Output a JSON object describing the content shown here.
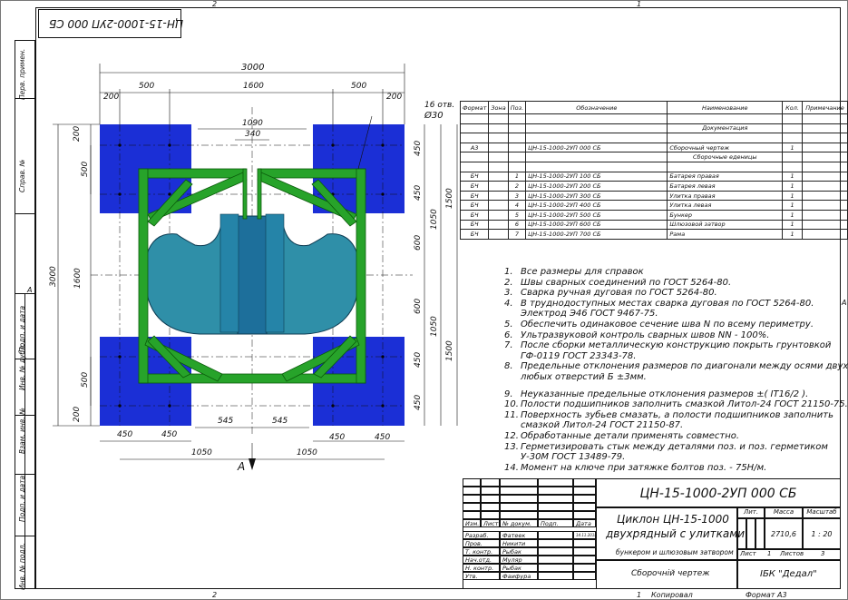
{
  "sheet": {
    "zone_top_left": "2",
    "zone_top_right": "1",
    "zone_bottom_left": "2",
    "zone_bottom_right": "1",
    "zone_side": "A",
    "copied_label": "Копировал",
    "format_label": "Формат А3"
  },
  "designation_mirrored": "ЦН-15-1000-2УП 000 СБ",
  "margin_labels": [
    "Перв. примен.",
    "Справ. №",
    "Подп. и дата",
    "Инв. № дубл.",
    "Взам. инв. №",
    "Подп. и дата",
    "Инв. № подл."
  ],
  "drawing": {
    "dims": {
      "overall_width": "3000",
      "d200_left": "200",
      "d500_left": "500",
      "d1600": "1600",
      "d500_right": "500",
      "d200_right": "200",
      "d1090": "1090",
      "d340": "340",
      "holes": "16 отв.",
      "hole_dia": "Ø30",
      "left_200_top": "200",
      "left_500_top": "500",
      "left_1600": "1600",
      "left_3000": "3000",
      "left_500_bottom": "500",
      "left_200_bottom": "200",
      "right_450_a": "450",
      "right_450_b": "450",
      "right_600_a": "600",
      "right_600_b": "600",
      "right_450_c": "450",
      "right_450_d": "450",
      "right_1050_a": "1050",
      "right_1050_b": "1050",
      "right_1500_a": "1500",
      "right_1500_b": "1500",
      "bot_545_a": "545",
      "bot_545_b": "545",
      "bot_450_a": "450",
      "bot_450_b": "450",
      "bot_450_c": "450",
      "bot_450_d": "450",
      "bot_1050_a": "1050",
      "bot_1050_b": "1050",
      "section": "A"
    },
    "colors": {
      "support_blue": "#1b2fd6",
      "frame_green": "#27a32a",
      "body_teal": "#2f8fa8",
      "column_teal": "#1d6f9b"
    }
  },
  "spec": {
    "headers": [
      "Формат",
      "Зона",
      "Поз.",
      "Обозначение",
      "Наименование",
      "Кол.",
      "Примечание"
    ],
    "section_docs": "Документация",
    "section_units": "Сборочные еденицы",
    "rows": [
      {
        "fmt": "А3",
        "zone": "",
        "pos": "",
        "code": "ЦН-15-1000-2УП 000 СБ",
        "name": "Сборочный чертеж",
        "qty": "1"
      },
      {
        "fmt": "БЧ",
        "zone": "",
        "pos": "1",
        "code": "ЦН-15-1000-2УП 100 СБ",
        "name": "Батарея правая",
        "qty": "1"
      },
      {
        "fmt": "БЧ",
        "zone": "",
        "pos": "2",
        "code": "ЦН-15-1000-2УП 200 СБ",
        "name": "Батарея левая",
        "qty": "1"
      },
      {
        "fmt": "БЧ",
        "zone": "",
        "pos": "3",
        "code": "ЦН-15-1000-2УП 300 СБ",
        "name": "Улитка правая",
        "qty": "1"
      },
      {
        "fmt": "БЧ",
        "zone": "",
        "pos": "4",
        "code": "ЦН-15-1000-2УП 400 СБ",
        "name": "Улитка левая",
        "qty": "1"
      },
      {
        "fmt": "БЧ",
        "zone": "",
        "pos": "5",
        "code": "ЦН-15-1000-2УП 500 СБ",
        "name": "Бункер",
        "qty": "1"
      },
      {
        "fmt": "БЧ",
        "zone": "",
        "pos": "6",
        "code": "ЦН-15-1000-2УП 600 СБ",
        "name": "Шлюзовой затвор",
        "qty": "1"
      },
      {
        "fmt": "БЧ",
        "zone": "",
        "pos": "7",
        "code": "ЦН-15-1000-2УП 700 СБ",
        "name": "Рама",
        "qty": "1"
      }
    ]
  },
  "notes": [
    {
      "n": "1.",
      "text": "Все размеры для справок"
    },
    {
      "n": "2.",
      "text": "Швы сварных соединений по ГОСТ 5264-80."
    },
    {
      "n": "3.",
      "text": "Сварка ручная дуговая по ГОСТ 5264-80."
    },
    {
      "n": "4.",
      "text": "В труднодоступных местах сварка дуговая по ГОСТ 5264-80."
    },
    {
      "n": "",
      "text": "Электрод Э46 ГОСТ 9467-75."
    },
    {
      "n": "5.",
      "text": "Обеспечить одинаковое сечение шва N по всему периметру."
    },
    {
      "n": "6.",
      "text": "Ультразвуковой контроль сварных швов NN - 100%."
    },
    {
      "n": "7.",
      "text": "После сборки металлическую конструкцию покрыть грунтовкой"
    },
    {
      "n": "",
      "text": "ГФ-0119 ГОСТ 23343-78."
    },
    {
      "n": "8.",
      "text": "Предельные отклонения размеров по диагонали между осями двух"
    },
    {
      "n": "",
      "text": "любых отверстий Б ±3мм."
    },
    {
      "n": "9.",
      "text": "Неуказанные предельные отклонения размеров ±( IT16/2 )."
    },
    {
      "n": "10.",
      "text": "Полости подшипников заполнить смазкой Литол-24 ГОСТ 21150-75."
    },
    {
      "n": "11.",
      "text": "Поверхность зубьев смазать, а полости подшипников заполнить"
    },
    {
      "n": "",
      "text": "смазкой Литол-24 ГОСТ 21150-87."
    },
    {
      "n": "12.",
      "text": "Обработанные детали применять совместно."
    },
    {
      "n": "13.",
      "text": "Герметизировать стык между деталями поз. и поз. герметиком"
    },
    {
      "n": "",
      "text": "У-30М ГОСТ 13489-79."
    },
    {
      "n": "14.",
      "text": "Момент на ключе при затяжке болтов поз. - 75Н/м."
    }
  ],
  "title_block": {
    "designation": "ЦН-15-1000-2УП 000 СБ",
    "title_line1": "Циклон ЦН-15-1000",
    "title_line2": "двухрядный с улитками",
    "title_line3": "бункером и шлюзовым затвором",
    "doc_type": "Сборочнiй чертеж",
    "org": "ІБК \"Дедал\"",
    "lit_label": "Лит.",
    "mass_label": "Масса",
    "scale_label": "Масштаб",
    "mass": "2710,6",
    "scale": "1 : 20",
    "sheet_label": "Лист",
    "sheet_num": "1",
    "sheets_label": "Листов",
    "sheets_num": "3",
    "col_izm": "Изм.",
    "col_list": "Лист",
    "col_doc": "№ докум.",
    "col_sign": "Подп.",
    "col_date": "Дата",
    "roles": [
      {
        "role": "Разраб.",
        "name": "Фатеек",
        "date": "14.11.2018"
      },
      {
        "role": "Пров.",
        "name": "Никити",
        "date": ""
      },
      {
        "role": "Т. контр.",
        "name": "Рыбак",
        "date": ""
      },
      {
        "role": "Нач.отд.",
        "name": "Муляр",
        "date": ""
      },
      {
        "role": "Н. контр.",
        "name": "Рыбак",
        "date": ""
      },
      {
        "role": "Утв.",
        "name": "Фаифура",
        "date": ""
      }
    ]
  }
}
